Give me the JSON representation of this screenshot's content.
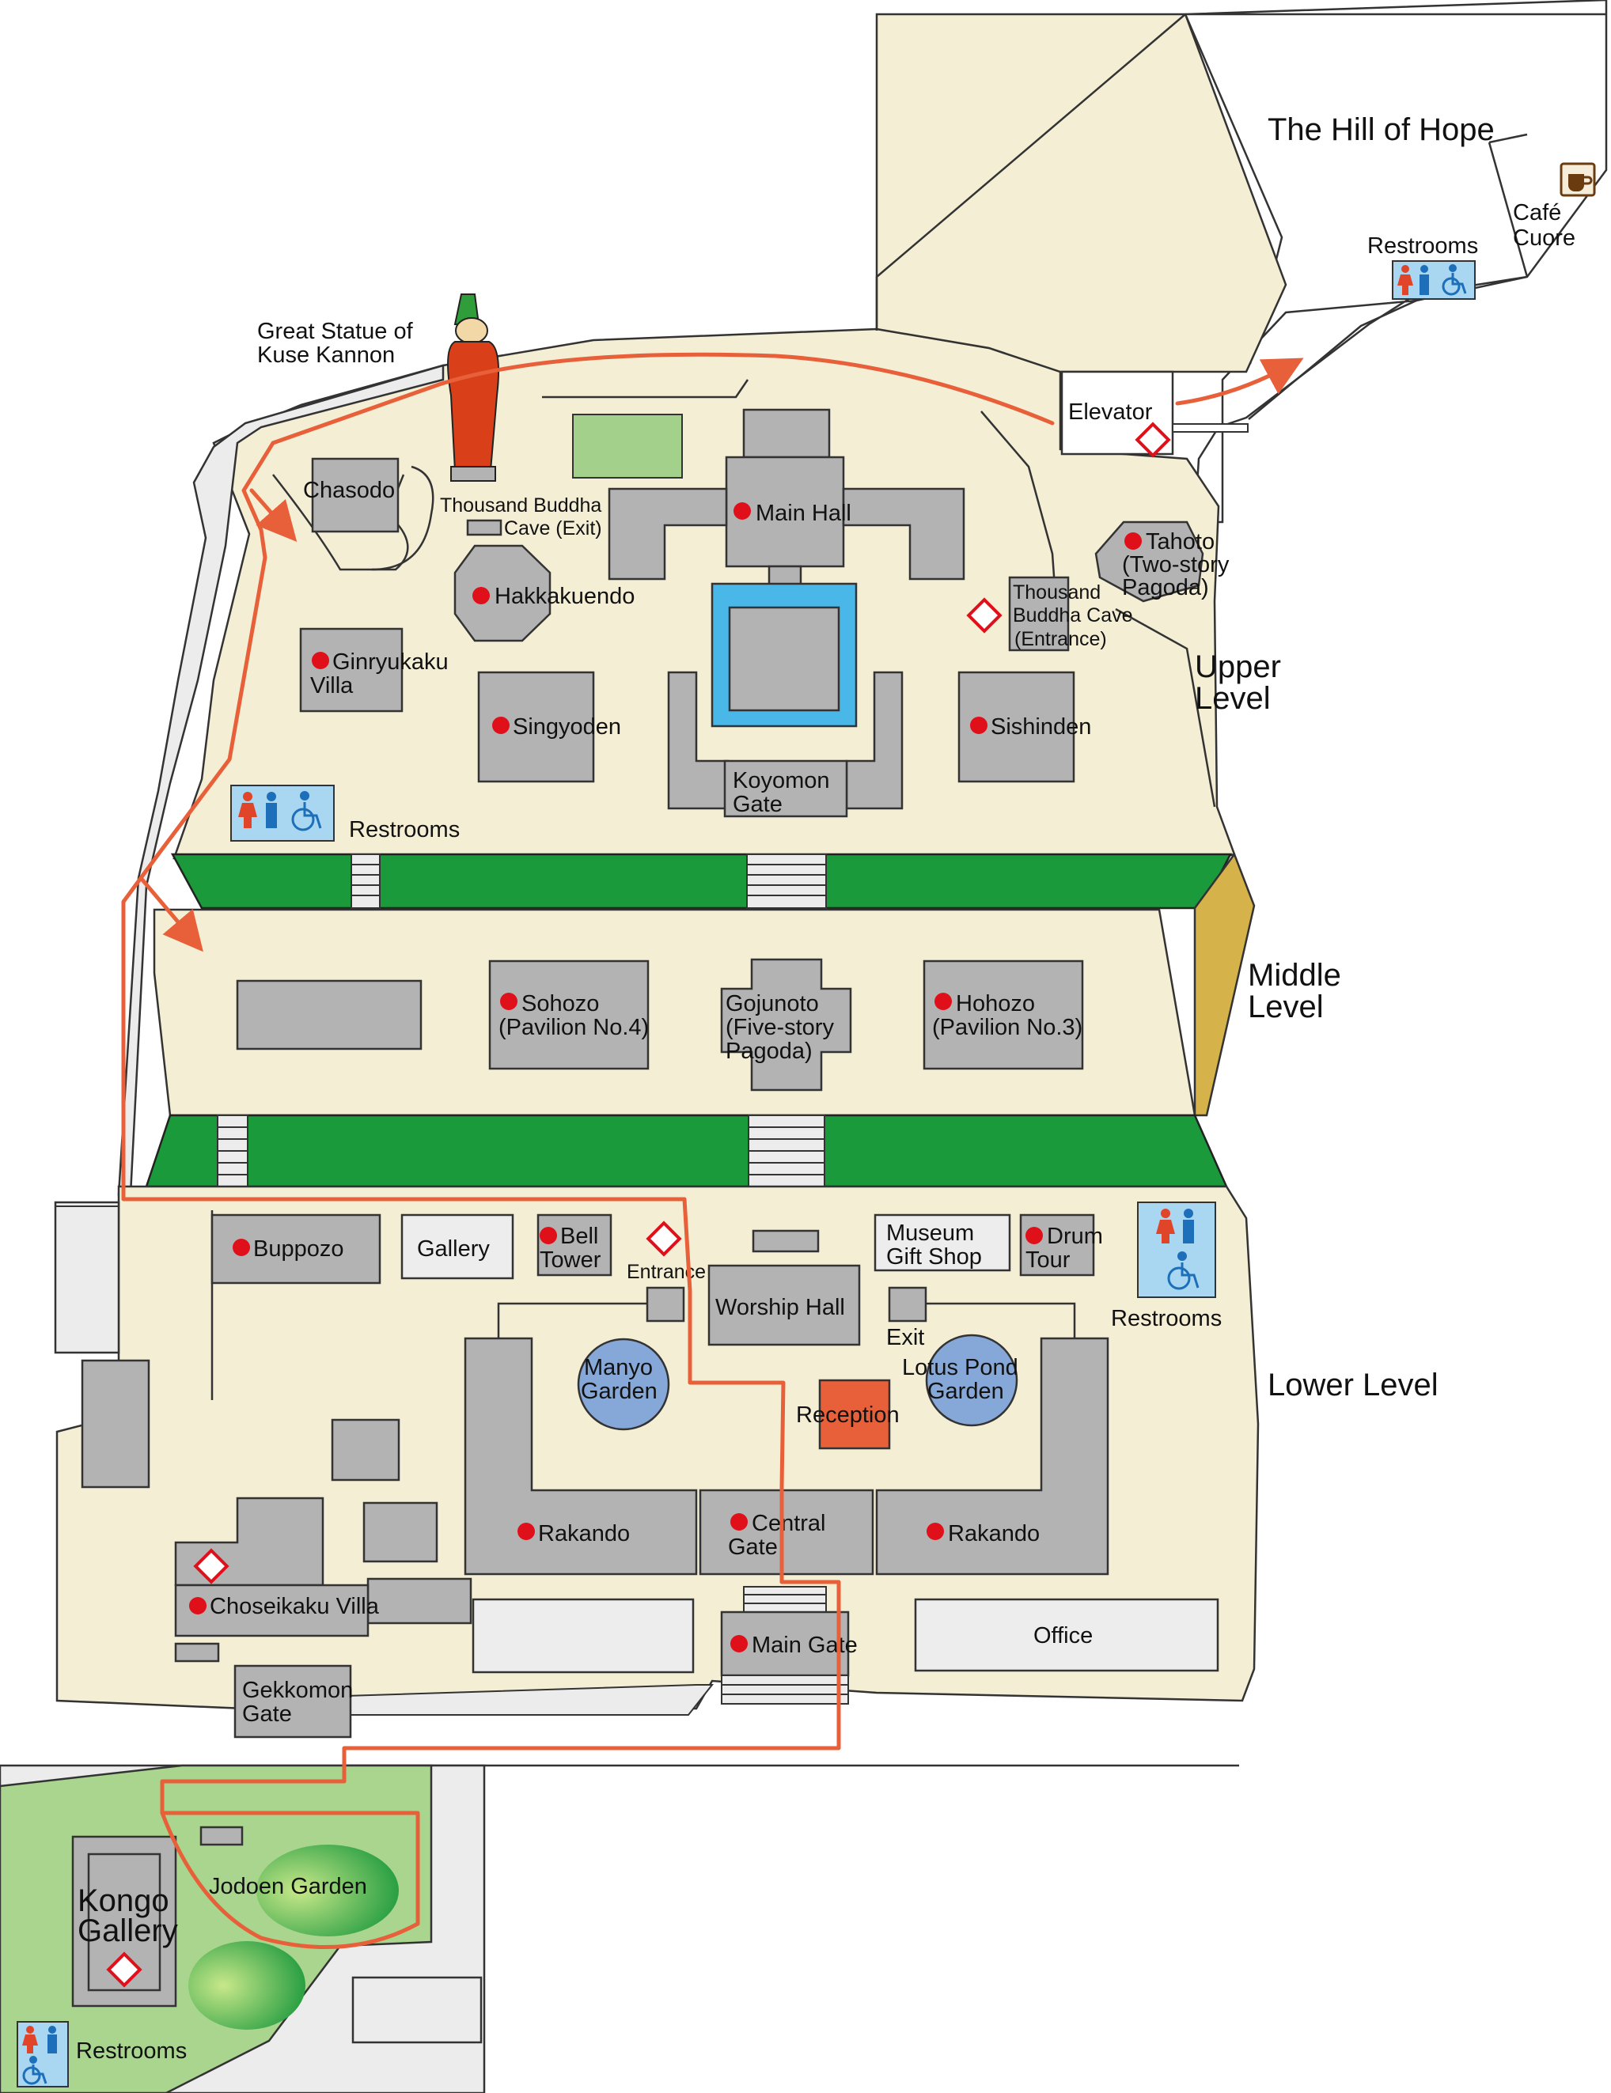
{
  "colors": {
    "ground": "#f4eed4",
    "building": "#b3b3b3",
    "grass": "#1a9a3a",
    "route": "#e8603a",
    "point_of_interest": "#e0101a",
    "pond": "#86a8d8",
    "restroom_sign": "#a9d7f2",
    "reception": "#e8603a",
    "slope": "#d6b34a",
    "kongo_area": "#a9d58e",
    "pool": "#49b7e8"
  },
  "legend_icons": [
    "red-dot-point-of-interest-icon",
    "red-diamond-icon",
    "restroom-icon",
    "wheelchair-icon",
    "cafe-cup-icon",
    "route-arrow-icon"
  ],
  "areas": {
    "hill_of_hope": "The Hill of Hope",
    "upper_level": [
      "Upper",
      "Level"
    ],
    "middle_level": [
      "Middle",
      "Level"
    ],
    "lower_level": "Lower Level"
  },
  "upper": {
    "great_statue": [
      "Great Statue of",
      "Kuse Kannon"
    ],
    "chasodo": "Chasodo",
    "thousand_buddha_exit": [
      "Thousand Buddha",
      "Cave (Exit)"
    ],
    "main_hall": "Main Hall",
    "hakkakuendo": "Hakkakuendo",
    "tahoto": [
      "Tahoto",
      "(Two-story",
      "Pagoda)"
    ],
    "thousand_buddha_entrance": [
      "Thousand",
      "Buddha Cave",
      "(Entrance)"
    ],
    "ginryukaku": [
      "Ginryukaku",
      "Villa"
    ],
    "singyoden": "Singyoden",
    "sishinden": "Sishinden",
    "koyomon": [
      "Koyomon",
      "Gate"
    ],
    "restrooms": "Restrooms",
    "elevator": "Elevator"
  },
  "hill": {
    "cafe": [
      "Café",
      "Cuore"
    ],
    "restrooms": "Restrooms"
  },
  "middle": {
    "sohozo": [
      "Sohozo",
      "(Pavilion No.4)"
    ],
    "gojunoto": [
      "Gojunoto",
      "(Five-story",
      "Pagoda)"
    ],
    "hohozo": [
      "Hohozo",
      "(Pavilion No.3)"
    ]
  },
  "lower": {
    "buppozo": "Buppozo",
    "gallery": "Gallery",
    "bell_tower": [
      "Bell",
      "Tower"
    ],
    "entrance": "Entrance",
    "museum_gift_shop": [
      "Museum",
      "Gift Shop"
    ],
    "drum_tour": [
      "Drum",
      "Tour"
    ],
    "restrooms": "Restrooms",
    "worship_hall": "Worship Hall",
    "exit": "Exit",
    "manyo_garden": [
      "Manyo",
      "Garden"
    ],
    "lotus_pond_garden": [
      "Lotus Pond",
      "Garden"
    ],
    "reception": "Reception",
    "rakando_left": "Rakando",
    "rakando_right": "Rakando",
    "central_gate": [
      "Central",
      "Gate"
    ],
    "choseikaku": "Choseikaku Villa",
    "main_gate": "Main Gate",
    "office": "Office",
    "gekkomon": [
      "Gekkomon",
      "Gate"
    ]
  },
  "kongo": {
    "gallery": [
      "Kongo",
      "Gallery"
    ],
    "jodoen": "Jodoen Garden",
    "restrooms": "Restrooms"
  }
}
